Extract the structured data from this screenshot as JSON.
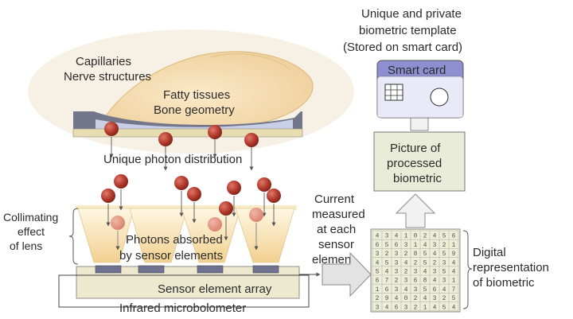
{
  "finger": {
    "label_line1": "Capillaries",
    "label_line2": "Nerve structures",
    "inner_line1": "Fatty tissues",
    "inner_line2": "Bone geometry"
  },
  "photon_label": "Unique photon distribution",
  "collimating": {
    "line1": "Collimating",
    "line2": "effect",
    "line3": "of lens"
  },
  "absorbed": {
    "line1": "Photons absorbed",
    "line2": "by sensor elements"
  },
  "sensor_array_label": "Sensor element array",
  "bolometer_label": "Infrared microbolometer",
  "current": {
    "line1": "Current",
    "line2": "measured",
    "line3": "at each",
    "line4": "sensor",
    "line5": "element"
  },
  "digital": {
    "line1": "Digital",
    "line2": "representation",
    "line3": "of biometric"
  },
  "picture_box": {
    "line1": "Picture of",
    "line2": "processed",
    "line3": "biometric"
  },
  "smart_card_label": "Smart card",
  "template": {
    "line1": "Unique and private",
    "line2": "biometric template",
    "line3": "(Stored on smart card)"
  },
  "grid_digits": [
    "4 3 4 1 0 2 4 5 6",
    "6 5 6 3 1 4 3 2 1",
    "3 2 3 2 8 5 4 5 9",
    "4 5 3 4 2 5 2 3 4",
    "5 4 3 2 3 4 3 5 4",
    "6 7 2 3 6 8 4 3 1",
    "1 6 3 4 3 5 6 4 7",
    "2 9 4 0 2 4 3 2 5",
    "3 4 6 3 2 1 4 5 4"
  ],
  "colors": {
    "card_fill": "#8d8fd0",
    "picture_fill": "#e9ecd6",
    "sensor_fill": "#ece9cf",
    "photon": "#a53527",
    "cone": "#f7e4b8",
    "skin": "#f6dfb7"
  }
}
